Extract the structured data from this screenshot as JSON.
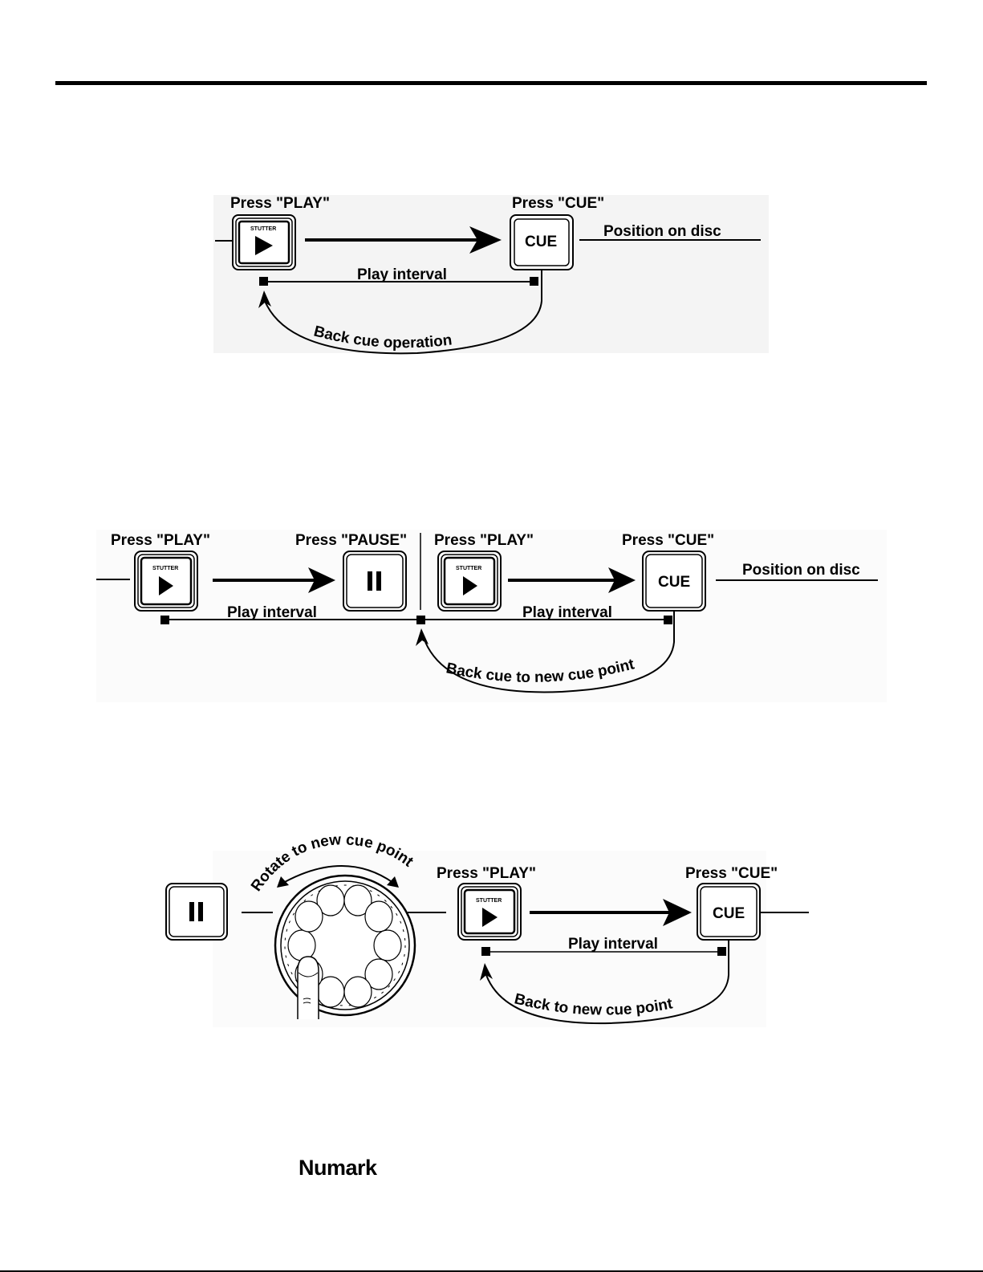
{
  "page": {
    "brand": "Numark"
  },
  "diagram1": {
    "press_play": "Press \"PLAY\"",
    "press_cue": "Press \"CUE\"",
    "stutter": "STUTTER",
    "cue_button": "CUE",
    "position_on_disc": "Position on disc",
    "play_interval": "Play interval",
    "back_cue": "Back cue operation"
  },
  "diagram2": {
    "press_play_1": "Press \"PLAY\"",
    "press_pause": "Press \"PAUSE\"",
    "press_play_2": "Press \"PLAY\"",
    "press_cue": "Press \"CUE\"",
    "stutter": "STUTTER",
    "cue_button": "CUE",
    "position_on_disc": "Position on disc",
    "play_interval_1": "Play interval",
    "play_interval_2": "Play interval",
    "back_cue": "Back cue to new cue point"
  },
  "diagram3": {
    "rotate": "Rotate to new cue point",
    "press_play": "Press \"PLAY\"",
    "press_cue": "Press \"CUE\"",
    "stutter": "STUTTER",
    "cue_button": "CUE",
    "play_interval": "Play interval",
    "back_cue": "Back to new cue point"
  }
}
